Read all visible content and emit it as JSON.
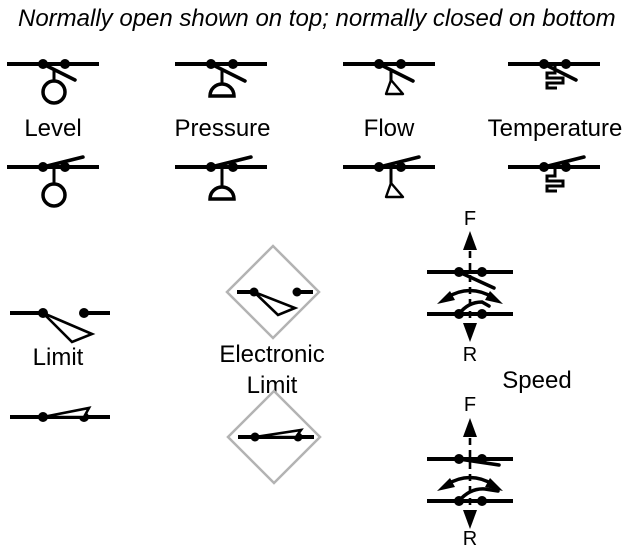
{
  "title": "Normally open shown on top; normally closed on bottom",
  "colors": {
    "symbol": "#000000",
    "diamond": "#b3b3b3",
    "background": "#ffffff"
  },
  "switches": {
    "level": {
      "label": "Level"
    },
    "pressure": {
      "label": "Pressure"
    },
    "flow": {
      "label": "Flow"
    },
    "temperature": {
      "label": "Temperature"
    },
    "limit": {
      "label": "Limit"
    },
    "electronic_limit": {
      "label_line1": "Electronic",
      "label_line2": "Limit"
    },
    "speed": {
      "label": "Speed",
      "forward": "F",
      "reverse": "R"
    }
  },
  "icons": {
    "float": "circle",
    "diaphragm": "dome-half-circle",
    "flow_paddle": "flag-triangle",
    "bimetal": "square-zigzag",
    "limit_lever": "narrow-wedge",
    "electronic_enclosure": "gray-diamond",
    "rotation": "curved-double-arrow",
    "shaft": "dashed-line-with-arrows"
  }
}
